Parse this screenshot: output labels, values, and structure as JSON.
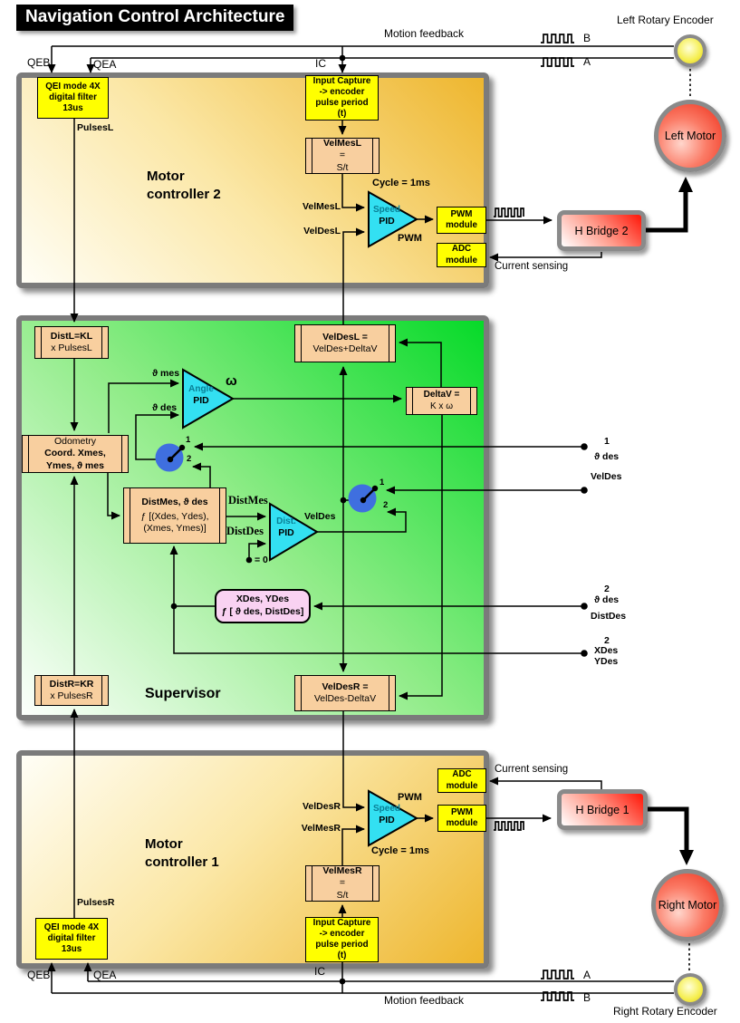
{
  "title": "Navigation Control Architecture",
  "colors": {
    "block_gold": "#EEB62E",
    "block_green": "#06DA29",
    "module_yellow": "#FFFF00",
    "register_peach": "#F8CF9F",
    "pid_cyan": "#33E0F2",
    "switch_blue": "#3F6FDF",
    "pink_box": "#F9D2F2",
    "bridge_red": "#FF2012",
    "border_gray": "#7B7B7B",
    "encoder_yellow": "#F5EE4E",
    "motor_red": "#EE2D18"
  },
  "top": {
    "motion_feedback": "Motion feedback",
    "wave_b": "B",
    "wave_a": "A",
    "qeb": "QEB",
    "qea": "QEA",
    "ic": "IC",
    "encoder": "Left Rotary Encoder",
    "motor": "Left Motor",
    "hbridge": "H Bridge 2",
    "current_sensing": "Current sensing"
  },
  "mc2": {
    "title": "Motor\ncontroller 2",
    "qei": "QEI mode 4X\ndigital filter\n13us",
    "pulses": "PulsesL",
    "input_capture": "Input Capture\n-> encoder\npulse period\n(t)",
    "velmes_l1": "VelMesL",
    "velmes_l2": "=",
    "velmes_l3": "S/t",
    "in1": "VelMesL",
    "in2": "VelDesL",
    "pid1": "Speed",
    "pid2": "PID",
    "cycle": "Cycle = 1ms",
    "pwm": "PWM",
    "pwm_module": "PWM\nmodule",
    "adc_module": "ADC\nmodule"
  },
  "sup": {
    "title": "Supervisor",
    "distl_l1": "DistL=KL",
    "distl_l2": "x PulsesL",
    "odo_l1": "Odometry",
    "odo_l2": "Coord. Xmes,",
    "odo_l3": "Ymes, ϑ mes",
    "theta_mes": "ϑ mes",
    "theta_des": "ϑ des",
    "omega": "ω",
    "angle1": "Angle",
    "angle2": "PID",
    "deltav_l1": "DeltaV =",
    "deltav_l2": "K x ω",
    "veldesl_l1": "VelDesL =",
    "veldesl_l2": "VelDes+DeltaV",
    "veldesr_l1": "VelDesR =",
    "veldesr_l2": "VelDes-DeltaV",
    "distr_l1": "DistR=KR",
    "distr_l2": "x PulsesR",
    "f_l1": "DistMes, ϑ des",
    "f_l2": "ƒ [(Xdes, Ydes),",
    "f_l3": "(Xmes, Ymes)]",
    "distmes": "DistMes",
    "distdes": "DistDes",
    "dist1": "Dist.",
    "dist2": "PID",
    "veldes": "VelDes",
    "eq0": "= 0",
    "pink_l1": "XDes, YDes",
    "pink_l2": "ƒ [ ϑ des, DistDes]",
    "sw1_1": "1",
    "sw1_2": "2",
    "sw2_1": "1",
    "sw2_2": "2",
    "t1_num": "1",
    "t1_sig": "ϑ des",
    "t2_sig": "VelDes",
    "t3_num": "2",
    "t3_sig": "ϑ des",
    "t3_sig2": "DistDes",
    "t4_num": "2",
    "t4_sig": "XDes",
    "t4_sig2": "YDes"
  },
  "mc1": {
    "title": "Motor\ncontroller 1",
    "qei": "QEI mode 4X\ndigital filter\n13us",
    "pulses": "PulsesR",
    "input_capture": "Input Capture\n-> encoder\npulse period\n(t)",
    "velmes_l1": "VelMesR",
    "velmes_l2": "=",
    "velmes_l3": "S/t",
    "in1": "VelDesR",
    "in2": "VelMesR",
    "pid1": "Speed",
    "pid2": "PID",
    "cycle": "Cycle = 1ms",
    "pwm": "PWM",
    "pwm_module": "PWM\nmodule",
    "adc_module": "ADC\nmodule"
  },
  "bottom": {
    "motion_feedback": "Motion feedback",
    "wave_b": "B",
    "wave_a": "A",
    "qeb": "QEB",
    "qea": "QEA",
    "ic": "IC",
    "encoder": "Right Rotary Encoder",
    "motor": "Right Motor",
    "hbridge": "H Bridge 1",
    "current_sensing": "Current sensing"
  }
}
